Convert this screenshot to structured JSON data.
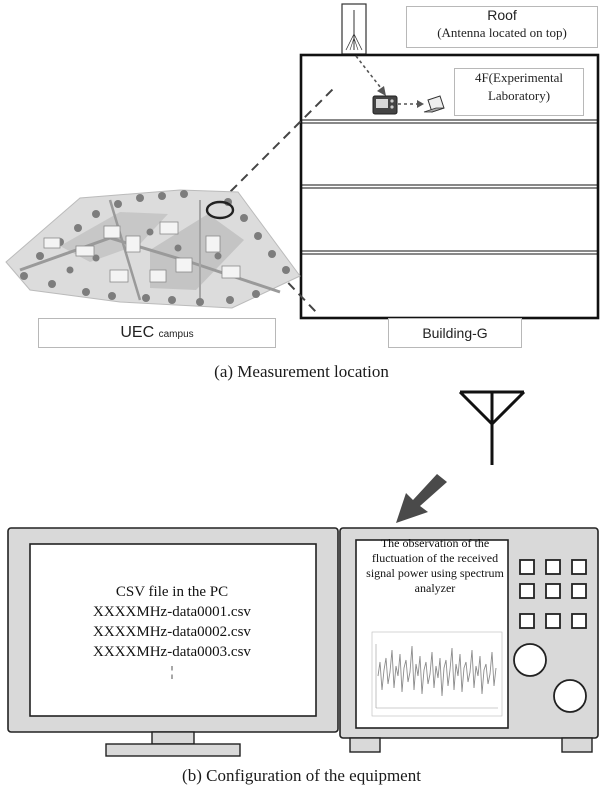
{
  "measurement": {
    "roof_title": "Roof",
    "roof_subtitle": "(Antenna located on top)",
    "floor_label": "4F(Experimental Laboratory)",
    "campus_label_main": "UEC",
    "campus_label_sub": "campus",
    "building_label": "Building-G",
    "caption": "(a) Measurement location"
  },
  "equipment": {
    "pc_heading": "CSV file in the PC",
    "csv_files": [
      "XXXXMHz-data0001.csv",
      "XXXXMHz-data0002.csv",
      "XXXXMHz-data0003.csv"
    ],
    "continuation": "¦",
    "analyzer_text": "The observation of the fluctuation of the received signal power using spectrum analyzer",
    "caption": "(b) Configuration of the equipment"
  },
  "colors": {
    "line": "#1a1a1a",
    "arrow": "#4a4a4a",
    "device_frame": "#d9d9d9",
    "trace": "#8c8c8c"
  },
  "icons": [
    "antenna-icon",
    "spectrum-analyzer-icon",
    "laptop-icon",
    "campus-map-illustration",
    "monitor-icon"
  ]
}
